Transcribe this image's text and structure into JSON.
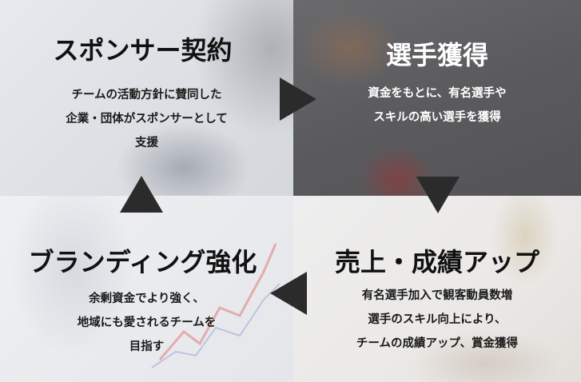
{
  "panels": {
    "sponsor": {
      "title": "スポンサー契約",
      "lines": [
        "チームの活動方針に賛同した",
        "企業・団体がスポンサーとして",
        "支援"
      ]
    },
    "acquire": {
      "title": "選手獲得",
      "lines": [
        "資金をもとに、有名選手や",
        "スキルの高い選手を獲得"
      ]
    },
    "branding": {
      "title": "ブランディング強化",
      "lines": [
        "余剰資金でより強く、",
        "地域にも愛されるチームを",
        "目指す"
      ]
    },
    "results": {
      "title": "売上・成績アップ",
      "lines": [
        "有名選手加入で観客動員数増",
        "選手のスキル向上により、",
        "チームの成績アップ、賞金獲得"
      ]
    }
  },
  "colors": {
    "arrow": "#2b2b2b",
    "dark_panel": "#5b5b5e",
    "light_panel": "#e6e9ed"
  },
  "icons": {
    "right": "arrow-right-icon",
    "down": "arrow-down-icon",
    "left": "arrow-left-icon",
    "up": "arrow-up-icon"
  }
}
